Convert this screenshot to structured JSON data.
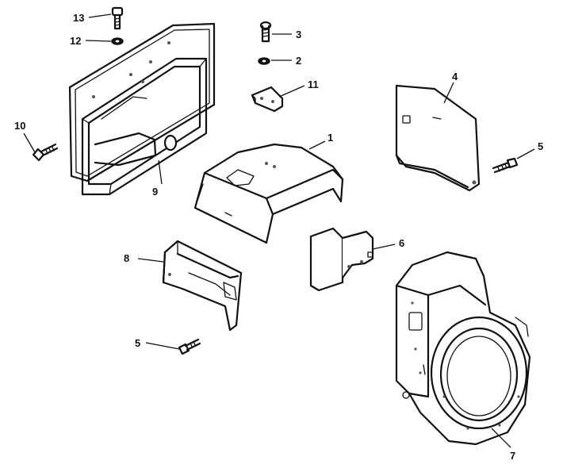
{
  "callouts": [
    {
      "id": "c1",
      "text": "1"
    },
    {
      "id": "c2",
      "text": "2"
    },
    {
      "id": "c3",
      "text": "3"
    },
    {
      "id": "c4",
      "text": "4"
    },
    {
      "id": "c5a",
      "text": "5"
    },
    {
      "id": "c5b",
      "text": "5"
    },
    {
      "id": "c6",
      "text": "6"
    },
    {
      "id": "c7",
      "text": "7"
    },
    {
      "id": "c8",
      "text": "8"
    },
    {
      "id": "c9",
      "text": "9"
    },
    {
      "id": "c10",
      "text": "10"
    },
    {
      "id": "c11",
      "text": "11"
    },
    {
      "id": "c12",
      "text": "12"
    },
    {
      "id": "c13",
      "text": "13"
    }
  ]
}
